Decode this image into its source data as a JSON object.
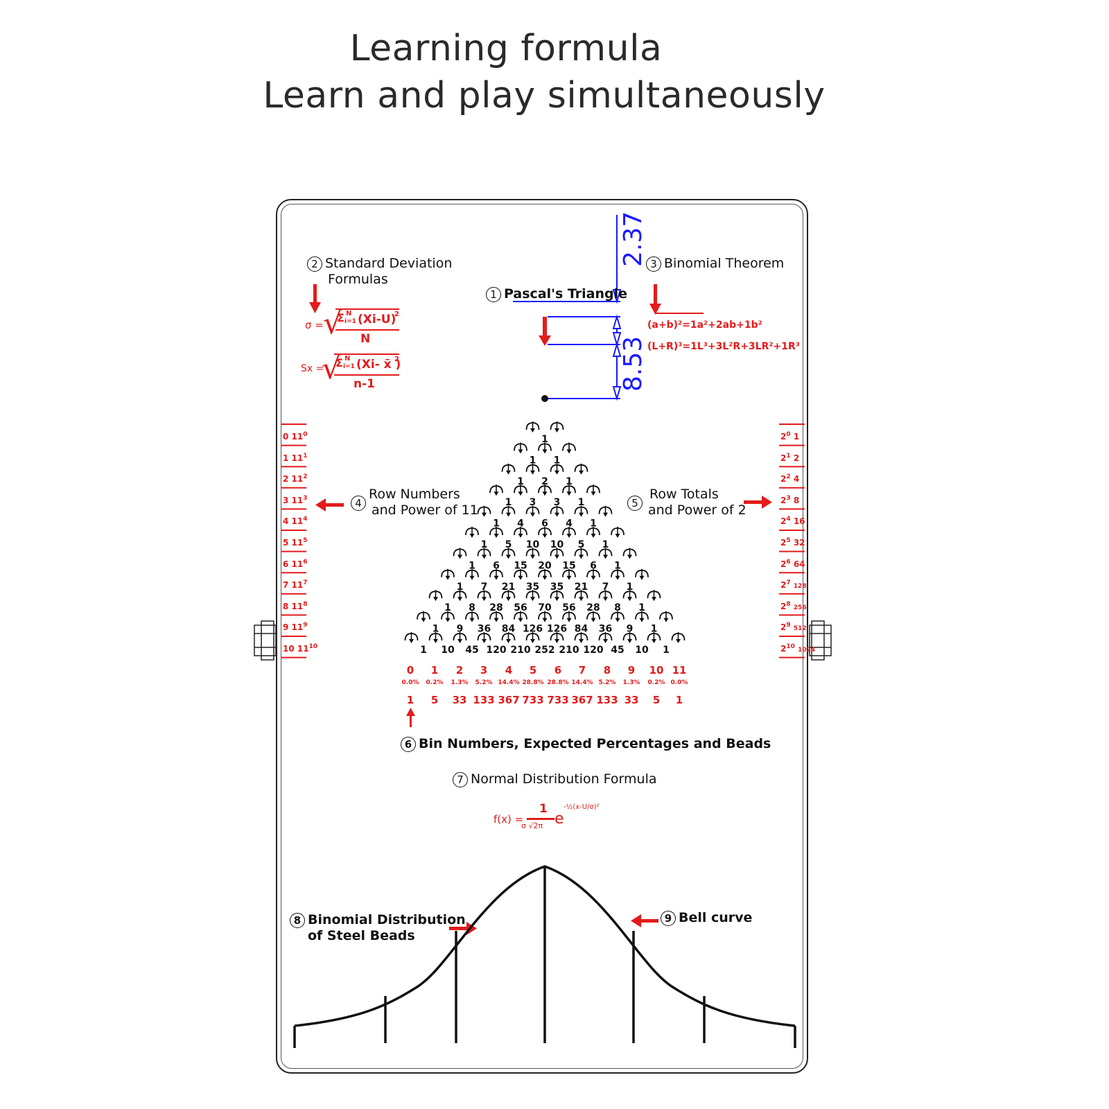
{
  "headline": {
    "line1": "Learning formula",
    "line2": "Learn and play simultaneously"
  },
  "labels": {
    "pascal": {
      "num": "1",
      "text": "Pascal's Triangle"
    },
    "stddev": {
      "num": "2",
      "line1": "Standard Deviation",
      "line2": "Formulas"
    },
    "binomial": {
      "num": "3",
      "text": "Binomial Theorem"
    },
    "rownums": {
      "num": "4",
      "line1": "Row Numbers",
      "line2": "and Power of 11"
    },
    "rowtotals": {
      "num": "5",
      "line1": "Row Totals",
      "line2": "and Power of 2"
    },
    "bins": {
      "num": "6",
      "text": "Bin Numbers, Expected Percentages and Beads"
    },
    "normal": {
      "num": "7",
      "text": "Normal Distribution Formula"
    },
    "beads": {
      "num": "8",
      "line1": "Binomial Distribution",
      "line2": "of Steel Beads"
    },
    "bell": {
      "num": "9",
      "text": "Bell curve"
    }
  },
  "dimensions": {
    "top": "2.37",
    "bottom": "8.53"
  },
  "formulas": {
    "sigma_lhs": "σ =",
    "sigma_num": "Σ",
    "sigma_idx": "i=1",
    "sigma_top": "N",
    "sigma_term": "(Xi-U)",
    "sigma_exp": "2",
    "sigma_den": "N",
    "sx_lhs": "Sx =",
    "sx_term": "(Xi- x̄ )",
    "sx_den": "n-1",
    "binom1": "(a+b)²=1a²+2ab+1b²",
    "binom2": "(L+R)³=1L³+3L²R+3LR²+1R³",
    "normal_lhs": "f(x) =",
    "normal_num": "1",
    "normal_den": "σ √2π",
    "normal_exp": "e",
    "normal_power": "-½(x-U/σ)²"
  },
  "pascal_rows": [
    [
      "1"
    ],
    [
      "1",
      "1"
    ],
    [
      "1",
      "2",
      "1"
    ],
    [
      "1",
      "3",
      "3",
      "1"
    ],
    [
      "1",
      "4",
      "6",
      "4",
      "1"
    ],
    [
      "1",
      "5",
      "10",
      "10",
      "5",
      "1"
    ],
    [
      "1",
      "6",
      "15",
      "20",
      "15",
      "6",
      "1"
    ],
    [
      "1",
      "7",
      "21",
      "35",
      "35",
      "21",
      "7",
      "1"
    ],
    [
      "1",
      "8",
      "28",
      "56",
      "70",
      "56",
      "28",
      "8",
      "1"
    ],
    [
      "1",
      "9",
      "36",
      "84",
      "126",
      "126",
      "84",
      "36",
      "9",
      "1"
    ],
    [
      "1",
      "10",
      "45",
      "120",
      "210",
      "252",
      "210",
      "120",
      "45",
      "10",
      "1"
    ]
  ],
  "left_scale": [
    {
      "row": "0",
      "power": "11",
      "exp": "0"
    },
    {
      "row": "1",
      "power": "11",
      "exp": "1"
    },
    {
      "row": "2",
      "power": "11",
      "exp": "2"
    },
    {
      "row": "3",
      "power": "11",
      "exp": "3"
    },
    {
      "row": "4",
      "power": "11",
      "exp": "4"
    },
    {
      "row": "5",
      "power": "11",
      "exp": "5"
    },
    {
      "row": "6",
      "power": "11",
      "exp": "6"
    },
    {
      "row": "7",
      "power": "11",
      "exp": "7"
    },
    {
      "row": "8",
      "power": "11",
      "exp": "8"
    },
    {
      "row": "9",
      "power": "11",
      "exp": "9"
    },
    {
      "row": "10",
      "power": "11",
      "exp": "10"
    }
  ],
  "right_scale": [
    {
      "base": "2",
      "exp": "0",
      "total": "1"
    },
    {
      "base": "2",
      "exp": "1",
      "total": "2"
    },
    {
      "base": "2",
      "exp": "2",
      "total": "4"
    },
    {
      "base": "2",
      "exp": "3",
      "total": "8"
    },
    {
      "base": "2",
      "exp": "4",
      "total": "16"
    },
    {
      "base": "2",
      "exp": "5",
      "total": "32"
    },
    {
      "base": "2",
      "exp": "6",
      "total": "64"
    },
    {
      "base": "2",
      "exp": "7",
      "total": "128"
    },
    {
      "base": "2",
      "exp": "8",
      "total": "256"
    },
    {
      "base": "2",
      "exp": "9",
      "total": "512"
    },
    {
      "base": "2",
      "exp": "10",
      "total": "1024"
    }
  ],
  "bins": [
    {
      "bin": "0",
      "pct": "0.0%",
      "beads": "1"
    },
    {
      "bin": "1",
      "pct": "0.2%",
      "beads": "5"
    },
    {
      "bin": "2",
      "pct": "1.3%",
      "beads": "33"
    },
    {
      "bin": "3",
      "pct": "5.2%",
      "beads": "133"
    },
    {
      "bin": "4",
      "pct": "14.4%",
      "beads": "367"
    },
    {
      "bin": "5",
      "pct": "28.8%",
      "beads": "733"
    },
    {
      "bin": "6",
      "pct": "28.8%",
      "beads": "733"
    },
    {
      "bin": "7",
      "pct": "14.4%",
      "beads": "367"
    },
    {
      "bin": "8",
      "pct": "5.2%",
      "beads": "133"
    },
    {
      "bin": "9",
      "pct": "1.3%",
      "beads": "33"
    },
    {
      "bin": "10",
      "pct": "0.2%",
      "beads": "5"
    },
    {
      "bin": "11",
      "pct": "0.0%",
      "beads": "1"
    }
  ],
  "colors": {
    "accent": "#e31b1b",
    "dimension": "#1a1aff",
    "ink": "#111111"
  }
}
